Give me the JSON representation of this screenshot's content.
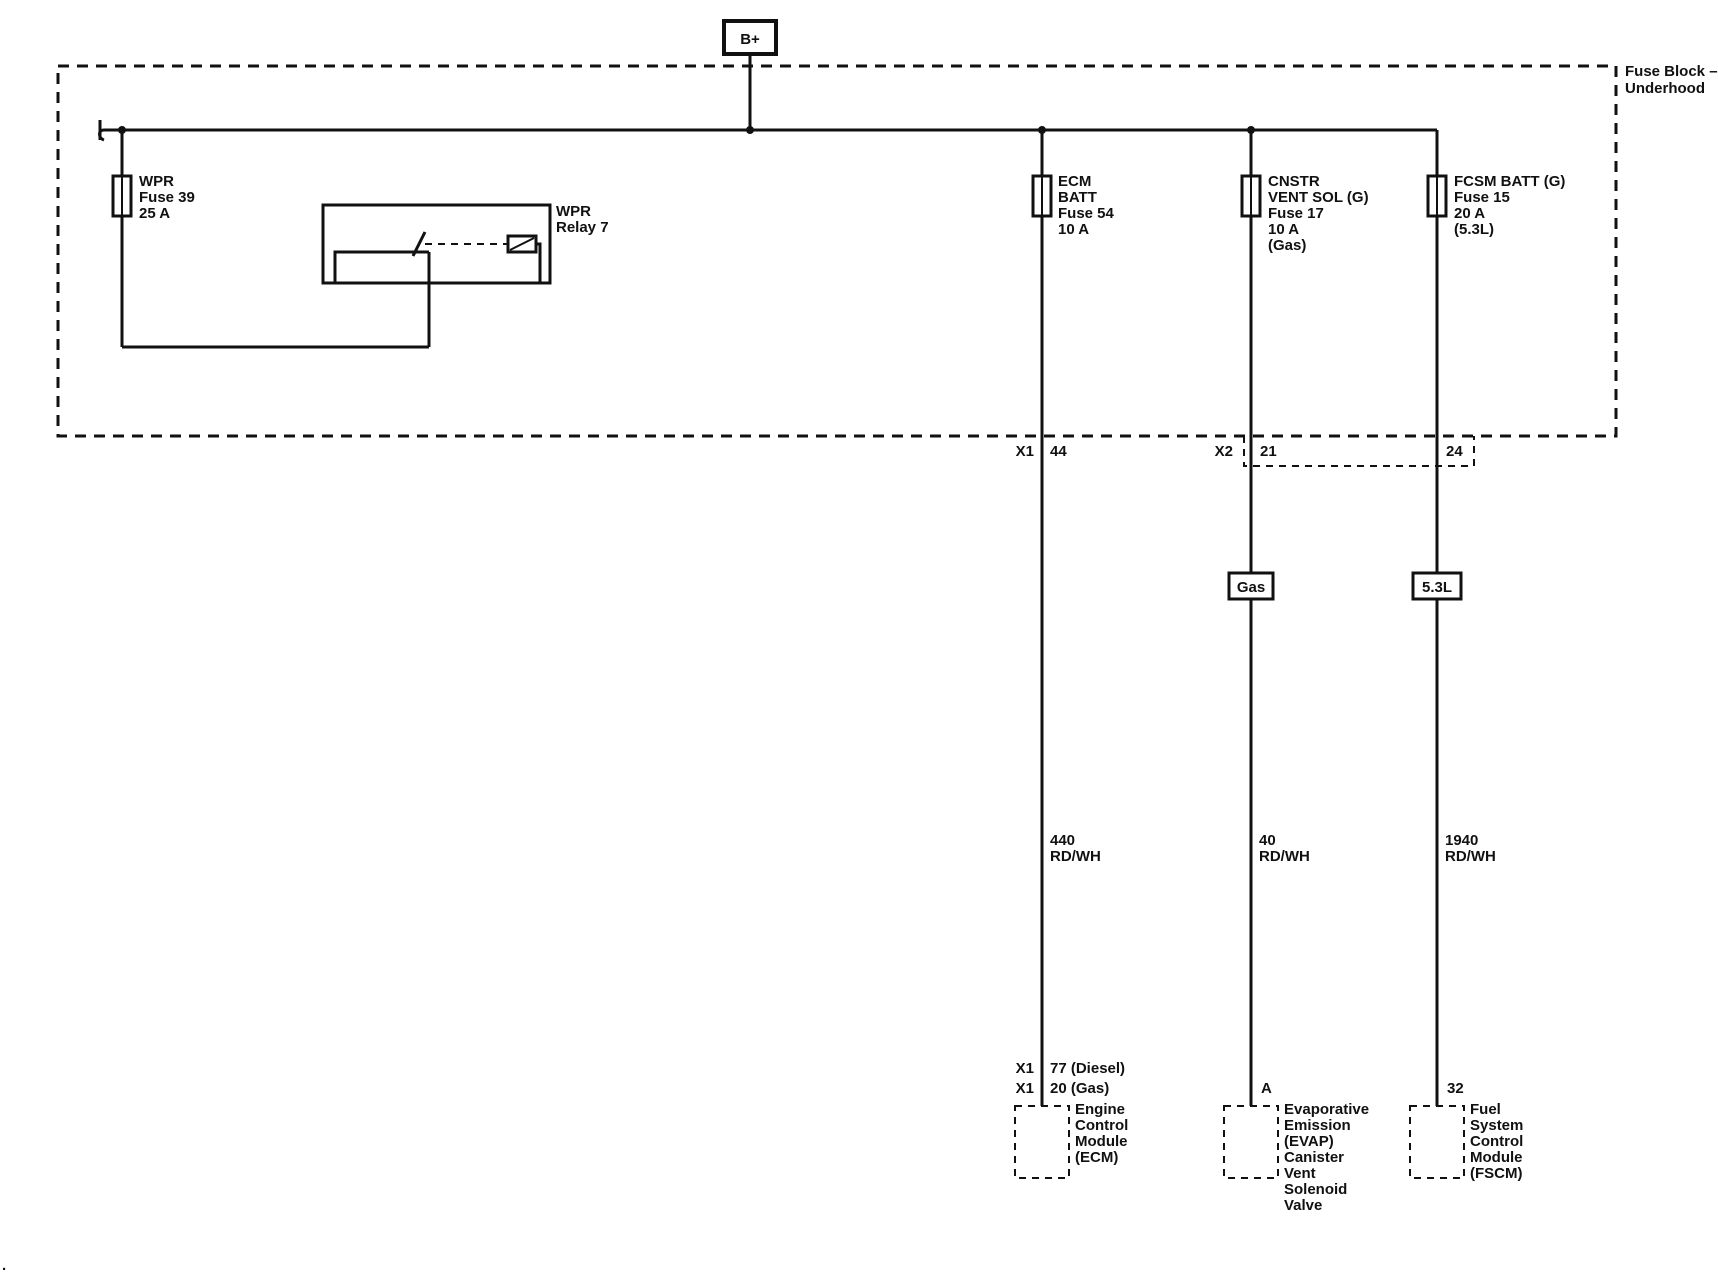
{
  "supply": {
    "label": "B+"
  },
  "fuse_block": {
    "line1": "Fuse Block –",
    "line2": "Underhood"
  },
  "fuses": [
    {
      "id": "wpr",
      "lines": [
        "WPR",
        "Fuse 39",
        "25 A"
      ]
    },
    {
      "id": "ecm",
      "lines": [
        "ECM",
        "BATT",
        "Fuse 54",
        "10 A"
      ]
    },
    {
      "id": "cnstr",
      "lines": [
        "CNSTR",
        "VENT SOL (G)",
        "Fuse 17",
        "10 A",
        "(Gas)"
      ]
    },
    {
      "id": "fcsm",
      "lines": [
        "FCSM BATT (G)",
        "Fuse 15",
        "20 A",
        "(5.3L)"
      ]
    }
  ],
  "relay": {
    "lines": [
      "WPR",
      "Relay 7"
    ]
  },
  "connectors": {
    "x1": "X1",
    "x1_pin": "44",
    "x2": "X2",
    "x2_pin_a": "21",
    "x2_pin_b": "24"
  },
  "option_badges": {
    "gas": "Gas",
    "l53": "5.3L"
  },
  "circuits": [
    {
      "id": "ecm",
      "number": "440",
      "color": "RD/WH"
    },
    {
      "id": "evap",
      "number": "40",
      "color": "RD/WH"
    },
    {
      "id": "fscm",
      "number": "1940",
      "color": "RD/WH"
    }
  ],
  "components": {
    "ecm": {
      "conn1": "X1",
      "pin1": "77 (Diesel)",
      "conn2": "X1",
      "pin2": "20 (Gas)",
      "name_lines": [
        "Engine",
        "Control",
        "Module",
        "(ECM)"
      ]
    },
    "evap": {
      "pin": "A",
      "name_lines": [
        "Evaporative",
        "Emission",
        "(EVAP)",
        "Canister",
        "Vent",
        "Solenoid",
        "Valve"
      ]
    },
    "fscm": {
      "pin": "32",
      "name_lines": [
        "Fuel",
        "System",
        "Control",
        "Module",
        "(FSCM)"
      ]
    }
  },
  "footer_mark": "."
}
